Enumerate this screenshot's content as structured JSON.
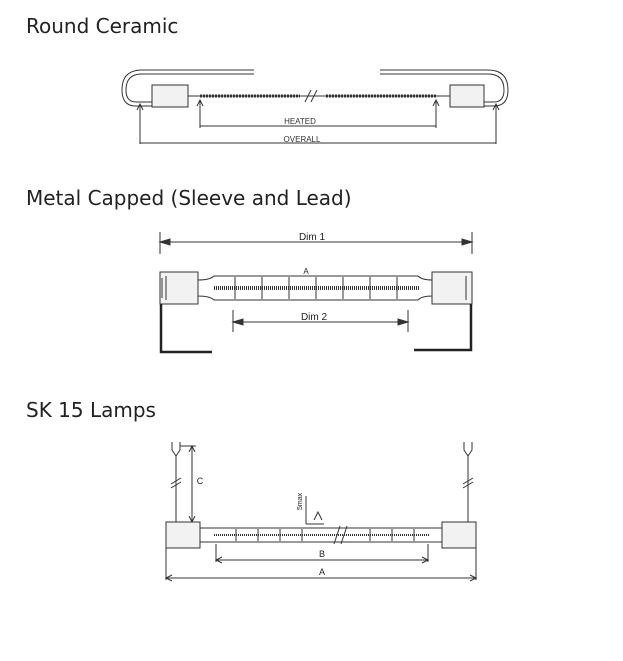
{
  "headings": {
    "round_ceramic": "Round Ceramic",
    "metal_capped": "Metal Capped (Sleeve and Lead)",
    "sk15": "SK 15 Lamps"
  },
  "round_ceramic": {
    "heated_label": "HEATED",
    "overall_label": "OVERALL"
  },
  "metal_capped": {
    "dim1_label": "Dim 1",
    "dim2_label": "Dim 2",
    "marker_label": "A"
  },
  "sk15": {
    "a_label": "A",
    "b_label": "B",
    "c_label": "C",
    "gap_label": "5max"
  },
  "colors": {
    "text": "#222222",
    "line": "#333333",
    "glass": "#f2f2f2"
  }
}
